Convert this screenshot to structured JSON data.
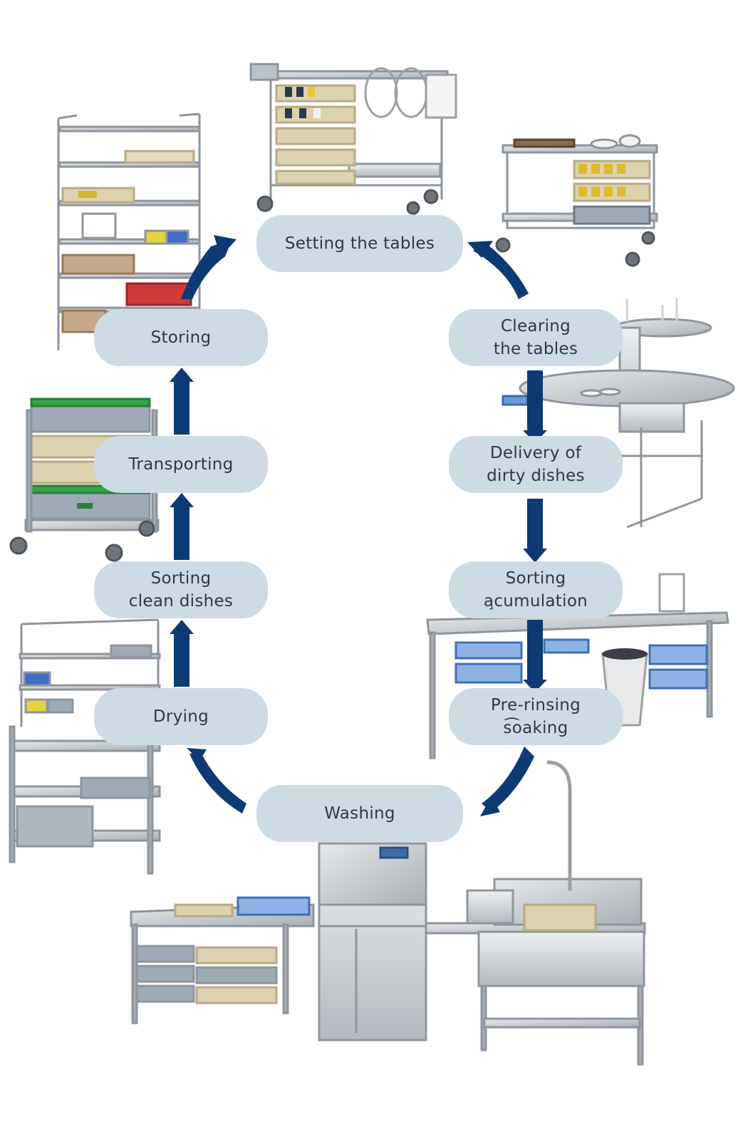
{
  "colors": {
    "arrow": "#0e3a74",
    "pill": "#ccdbe4",
    "steel": "#c8ccd0",
    "steel_dark": "#8e959c"
  },
  "steps": {
    "setting": {
      "line1": "Setting the tables",
      "line2": ""
    },
    "clearing": {
      "line1": "Clearing",
      "line2": "the tables"
    },
    "delivery": {
      "line1": "Delivery of",
      "line2": "dirty dishes"
    },
    "sorting_acc": {
      "line1": "Sorting",
      "line2": "a̧cumulation"
    },
    "prerinsing": {
      "line1": "Pre-rinsing",
      "line2": "s͡oaking"
    },
    "washing": {
      "line1": "Washing",
      "line2": ""
    },
    "drying": {
      "line1": "Drying",
      "line2": ""
    },
    "sorting_clean": {
      "line1": "Sorting",
      "line2": "clean dishes"
    },
    "transporting": {
      "line1": "Transporting",
      "line2": ""
    },
    "storing": {
      "line1": "Storing",
      "line2": ""
    }
  },
  "icons": [
    "service-trolley-icon",
    "serving-cart-icon",
    "clearing-table-icon",
    "sorting-table-icon",
    "dishwasher-line-icon",
    "drying-rack-icon",
    "rack-trolley-icon",
    "storage-shelf-icon",
    "cycle-arrow-icon"
  ]
}
